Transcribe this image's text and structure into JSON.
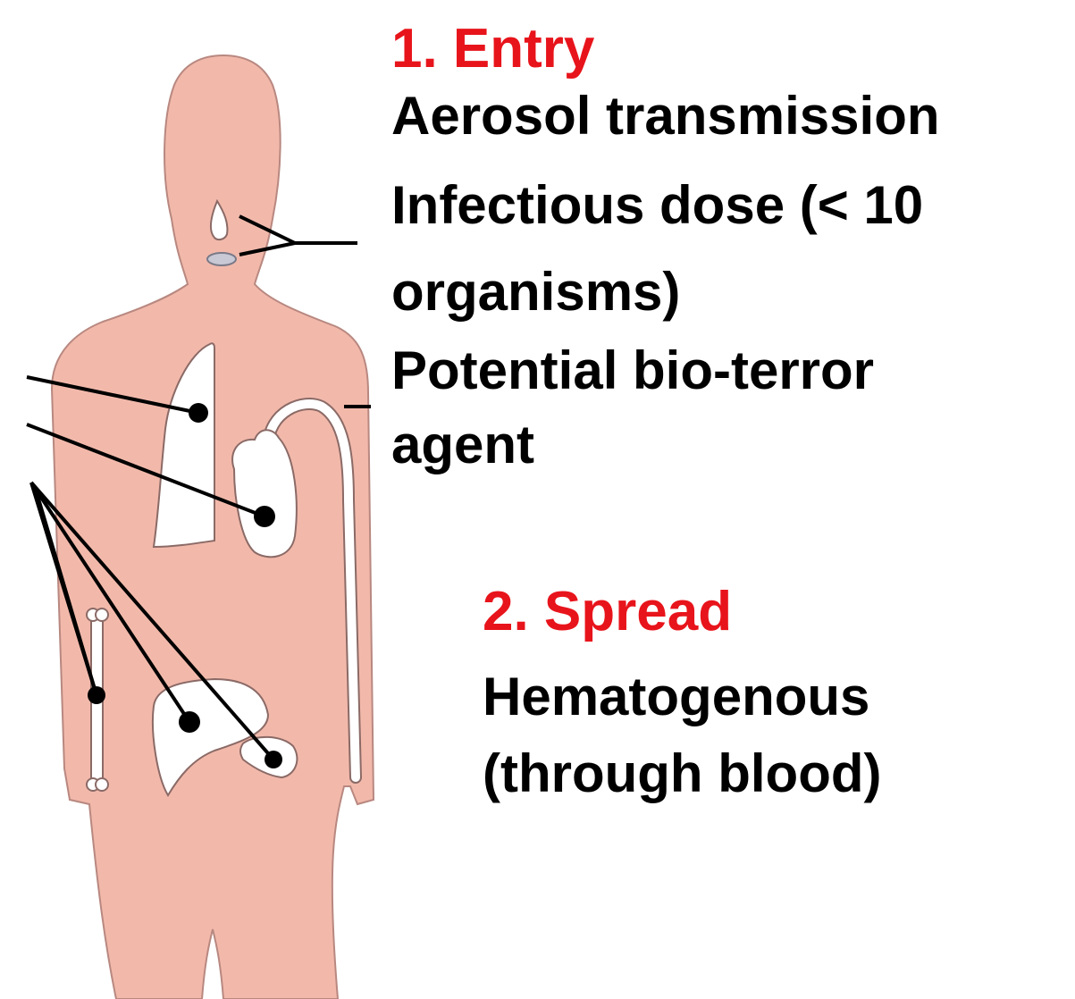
{
  "entry": {
    "heading": "1. Entry",
    "lines": [
      "Aerosol transmission",
      "Infectious dose (< 10",
      "organisms)",
      "Potential bio-terror",
      "agent"
    ]
  },
  "spread": {
    "heading": "2. Spread",
    "lines": [
      "Hematogenous",
      "(through blood)"
    ]
  },
  "colors": {
    "heading": "#e8141b",
    "body_text": "#000000",
    "skin": "#f2b9ab",
    "organ": "#ffffff",
    "marker": "#000000"
  },
  "icons": {
    "figure": "human-body-silhouette",
    "organs": [
      "nose-icon",
      "mouth-icon",
      "lung-icon",
      "heart-icon",
      "aorta-icon",
      "liver-icon",
      "spleen-icon",
      "bone-icon"
    ]
  }
}
